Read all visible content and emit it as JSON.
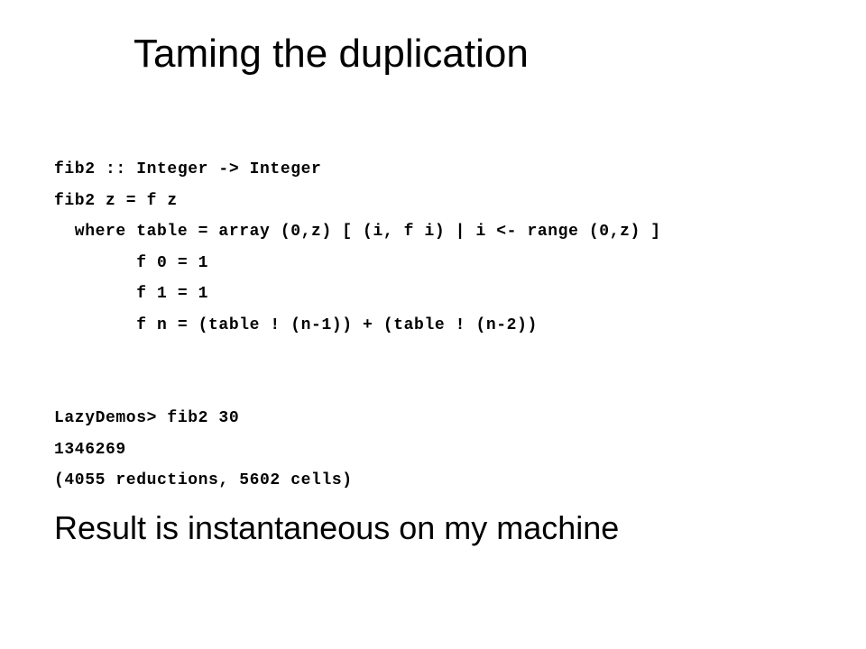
{
  "slide": {
    "title": "Taming the duplication",
    "code_lines": [
      "fib2 :: Integer -> Integer",
      "fib2 z = f z",
      "  where table = array (0,z) [ (i, f i) | i <- range (0,z) ]",
      "        f 0 = 1",
      "        f 1 = 1",
      "        f n = (table ! (n-1)) + (table ! (n-2))"
    ],
    "session_lines": [
      "LazyDemos> fib2 30",
      "1346269",
      "(4055 reductions, 5602 cells)"
    ],
    "result": "Result is instantaneous on my machine"
  }
}
